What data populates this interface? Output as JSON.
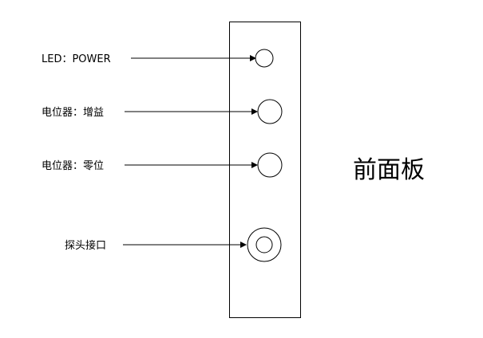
{
  "panel_title": "前面板",
  "items": [
    {
      "label": "LED：POWER"
    },
    {
      "label": "电位器：增益"
    },
    {
      "label": "电位器：零位"
    },
    {
      "label": "探头接口"
    }
  ],
  "colors": {
    "stroke": "#000000",
    "background": "#ffffff"
  }
}
